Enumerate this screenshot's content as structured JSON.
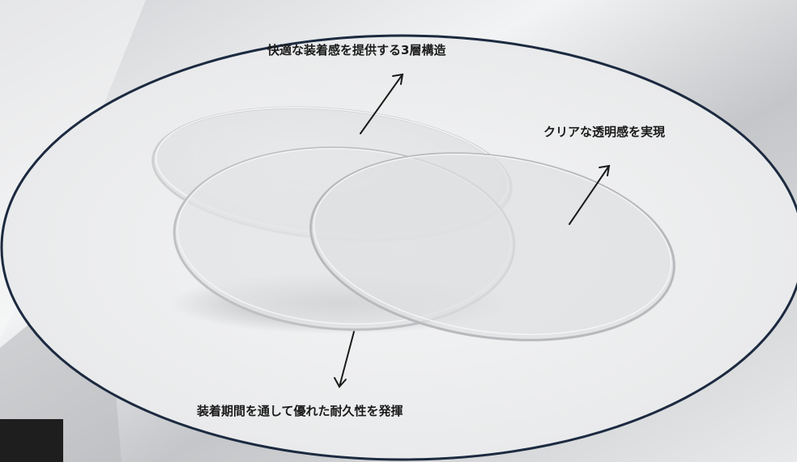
{
  "callouts": {
    "three_layer": "快適な装着感を提供する3層構造",
    "clarity": "クリアな透明感を実現",
    "durability": "装着期間を通して優れた耐久性を発揮"
  },
  "colors": {
    "oval_fill": "#eeeff0",
    "oval_border": "#1c2a40",
    "arrow": "#1a1a1a",
    "dark_block": "#1e1e1e"
  }
}
